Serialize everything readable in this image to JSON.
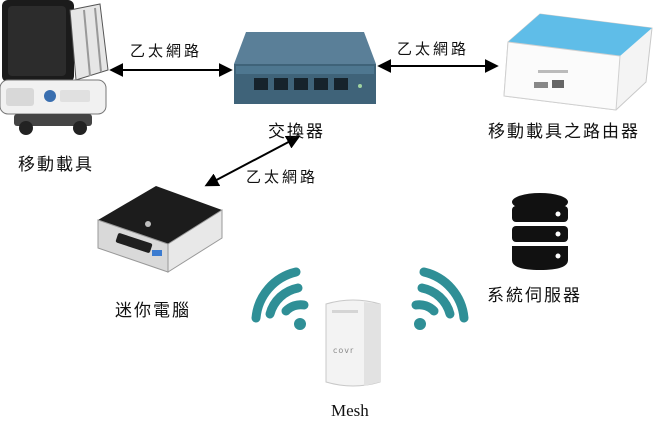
{
  "nodes": {
    "mobile_vehicle": {
      "label": "移動載具",
      "icon": "robot-vehicle-icon"
    },
    "switch": {
      "label": "交換器",
      "icon": "network-switch-icon"
    },
    "vehicle_router": {
      "label": "移動載具之路由器",
      "icon": "router-icon"
    },
    "mini_pc": {
      "label": "迷你電腦",
      "icon": "mini-pc-icon"
    },
    "system_server": {
      "label": "系統伺服器",
      "icon": "database-server-icon"
    },
    "mesh": {
      "label": "Mesh",
      "icon": "mesh-node-icon",
      "device_text": "covr"
    }
  },
  "edges": [
    {
      "from": "mobile_vehicle",
      "to": "switch",
      "label": "乙太網路"
    },
    {
      "from": "switch",
      "to": "vehicle_router",
      "label": "乙太網路"
    },
    {
      "from": "switch",
      "to": "mini_pc",
      "label": "乙太網路"
    }
  ],
  "colors": {
    "wifi": "#2f8f96",
    "switch_body": "#4a6e86",
    "router_accent": "#4ab3e6",
    "server": "#111111"
  }
}
